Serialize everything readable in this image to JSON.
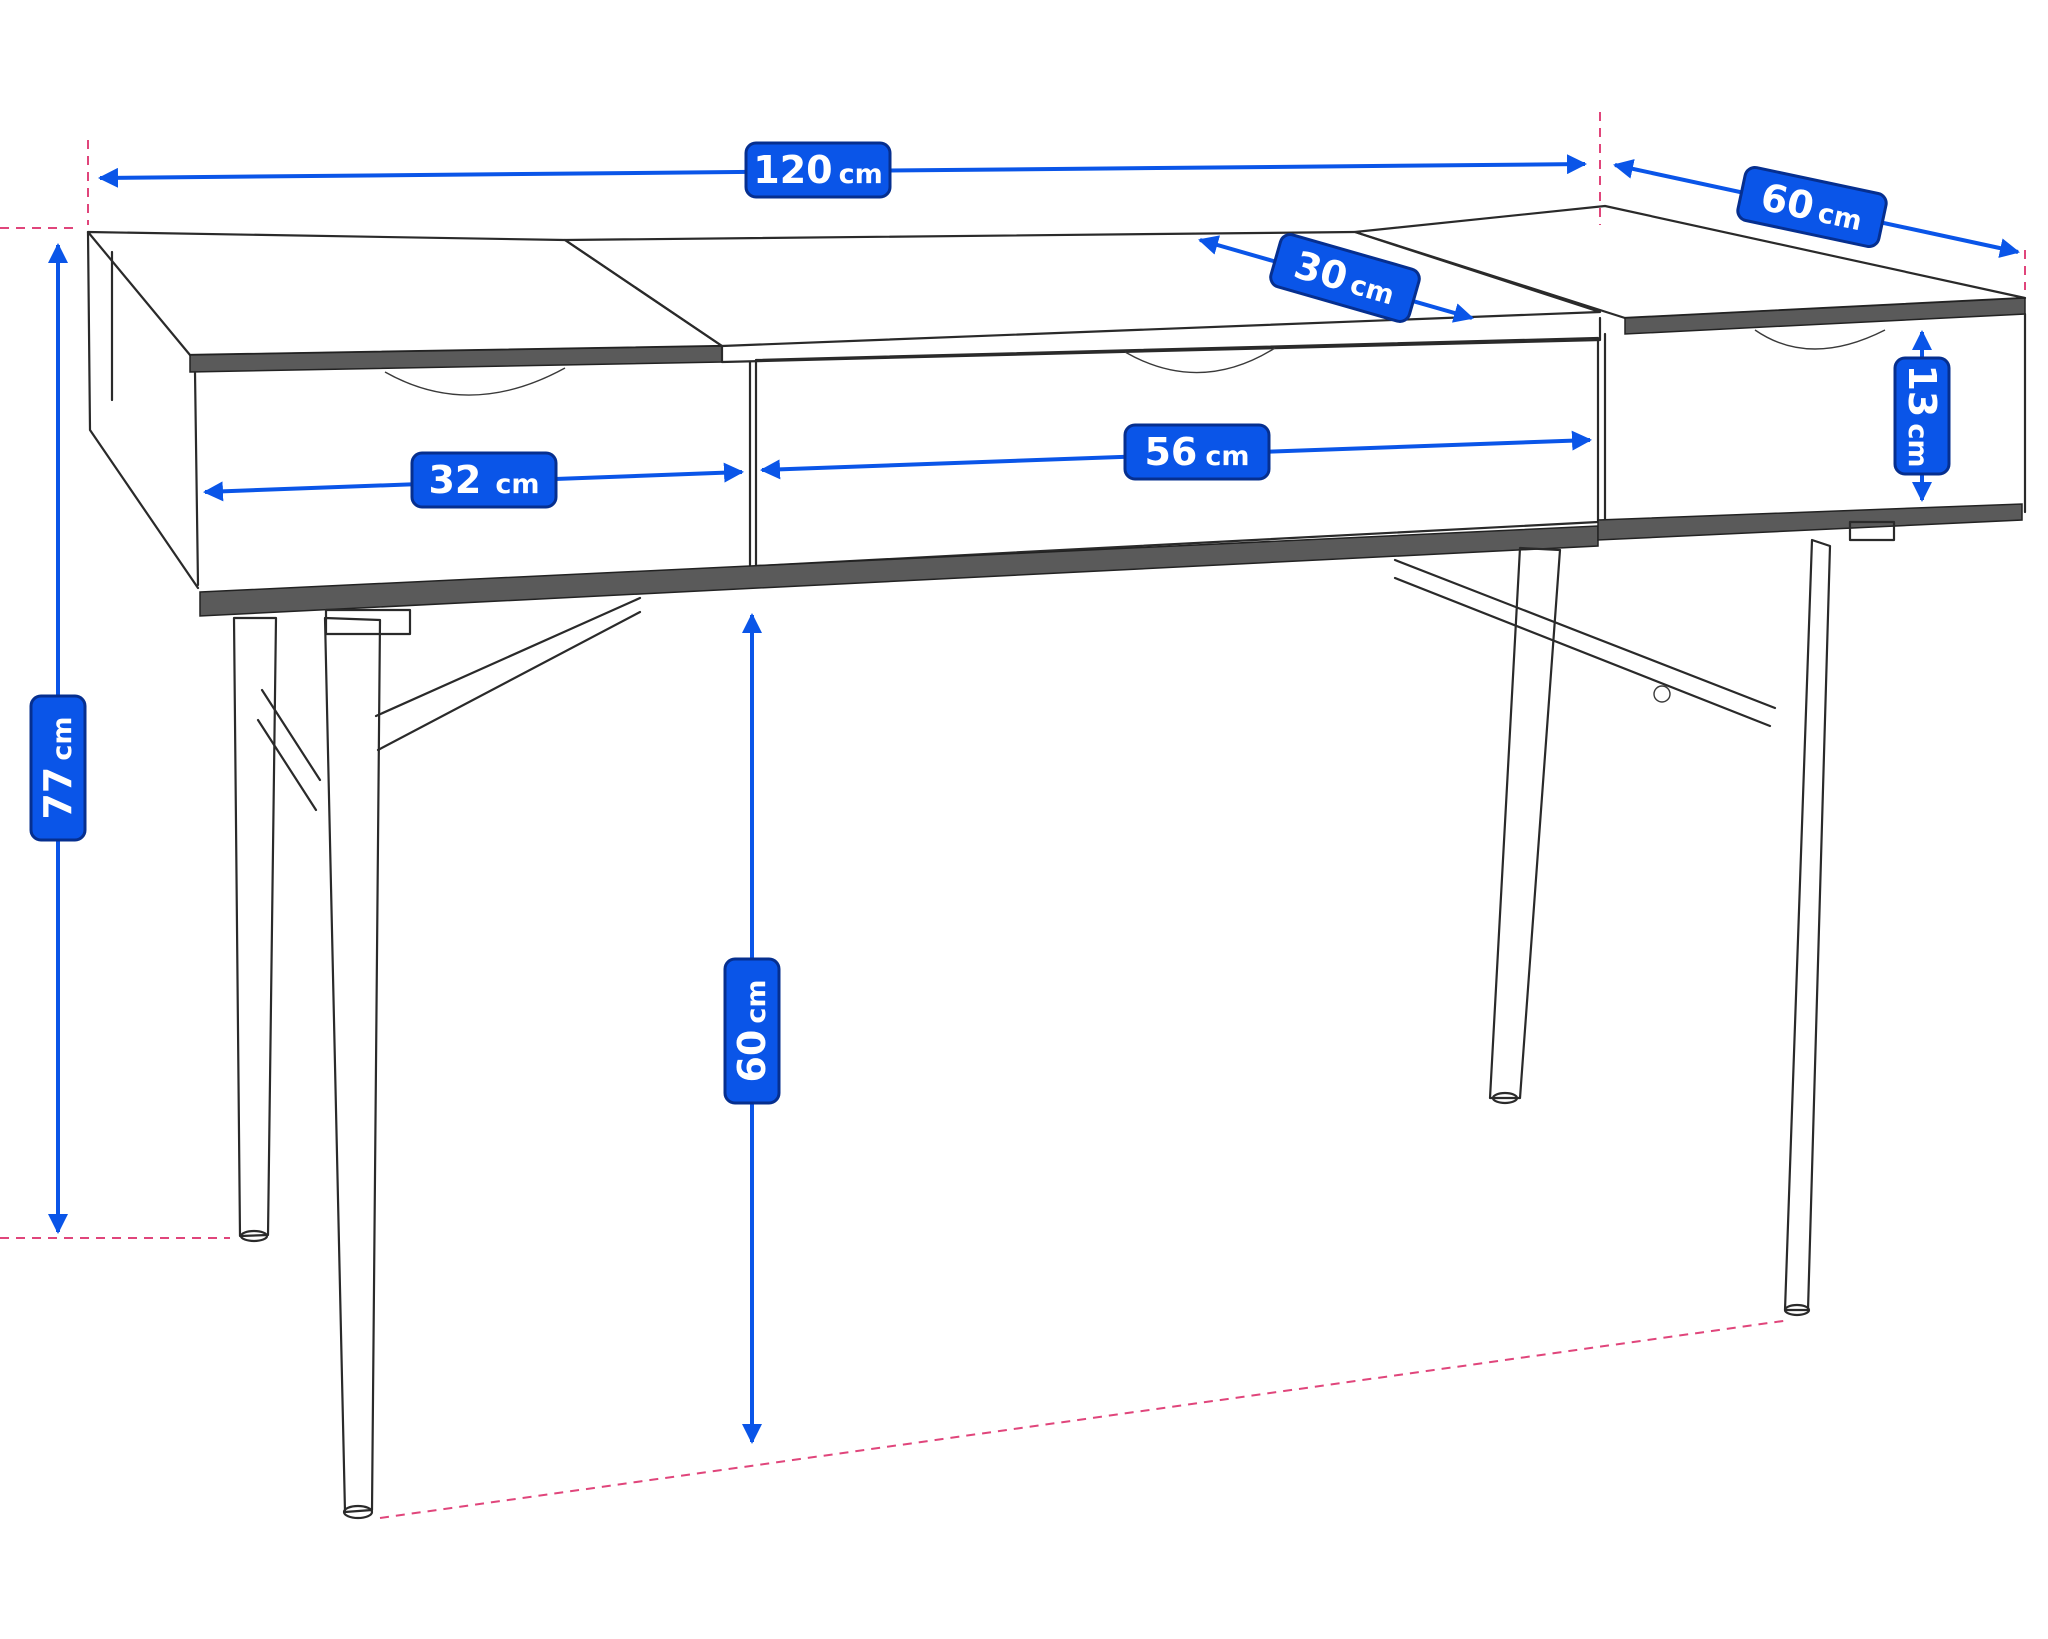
{
  "dimensions": {
    "width_total": {
      "value": "120",
      "unit": "cm"
    },
    "depth": {
      "value": "60",
      "unit": "cm"
    },
    "center_top_depth": {
      "value": "30",
      "unit": "cm"
    },
    "drawer_height": {
      "value": "13",
      "unit": "cm"
    },
    "side_drawer_width": {
      "value": "32",
      "unit": "cm"
    },
    "center_drawer_width": {
      "value": "56",
      "unit": "cm"
    },
    "total_height": {
      "value": "77",
      "unit": "cm"
    },
    "knee_clearance": {
      "value": "60",
      "unit": "cm"
    }
  },
  "colors": {
    "dimension_blue": "#0a55e8",
    "guide_pink": "#e0457b",
    "outline": "#2a2a2a"
  }
}
